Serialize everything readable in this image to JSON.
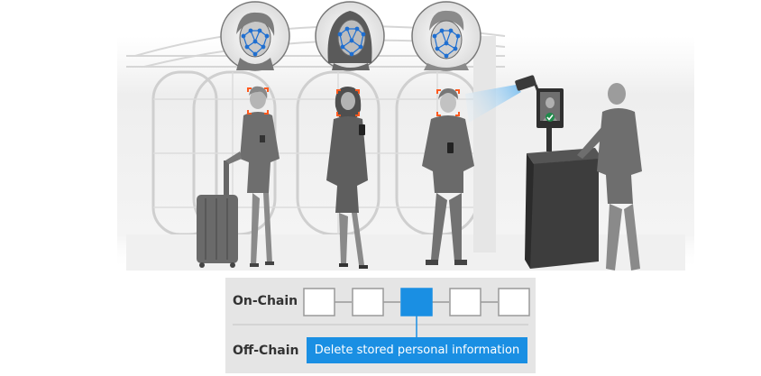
{
  "chain": {
    "on_label": "On-Chain",
    "off_label": "Off-Chain",
    "off_text": "Delete stored personal information",
    "block_count": 5,
    "highlighted_block": 3
  },
  "icons": {
    "faces": [
      "face-scan-woman-icon",
      "face-scan-woman-long-hair-icon",
      "face-scan-man-icon"
    ],
    "kiosk": "biometric-camera-kiosk-icon",
    "check": "checkmark-icon"
  },
  "colors": {
    "accent": "#1a8fe3",
    "face_mesh": "#1f6fd1",
    "corner_marker": "#ff5a1f",
    "panel_bg": "#e5e5e5",
    "block_border": "#9a9a9a",
    "figure_dark": "#555555",
    "figure_mid": "#7a7a7a"
  }
}
